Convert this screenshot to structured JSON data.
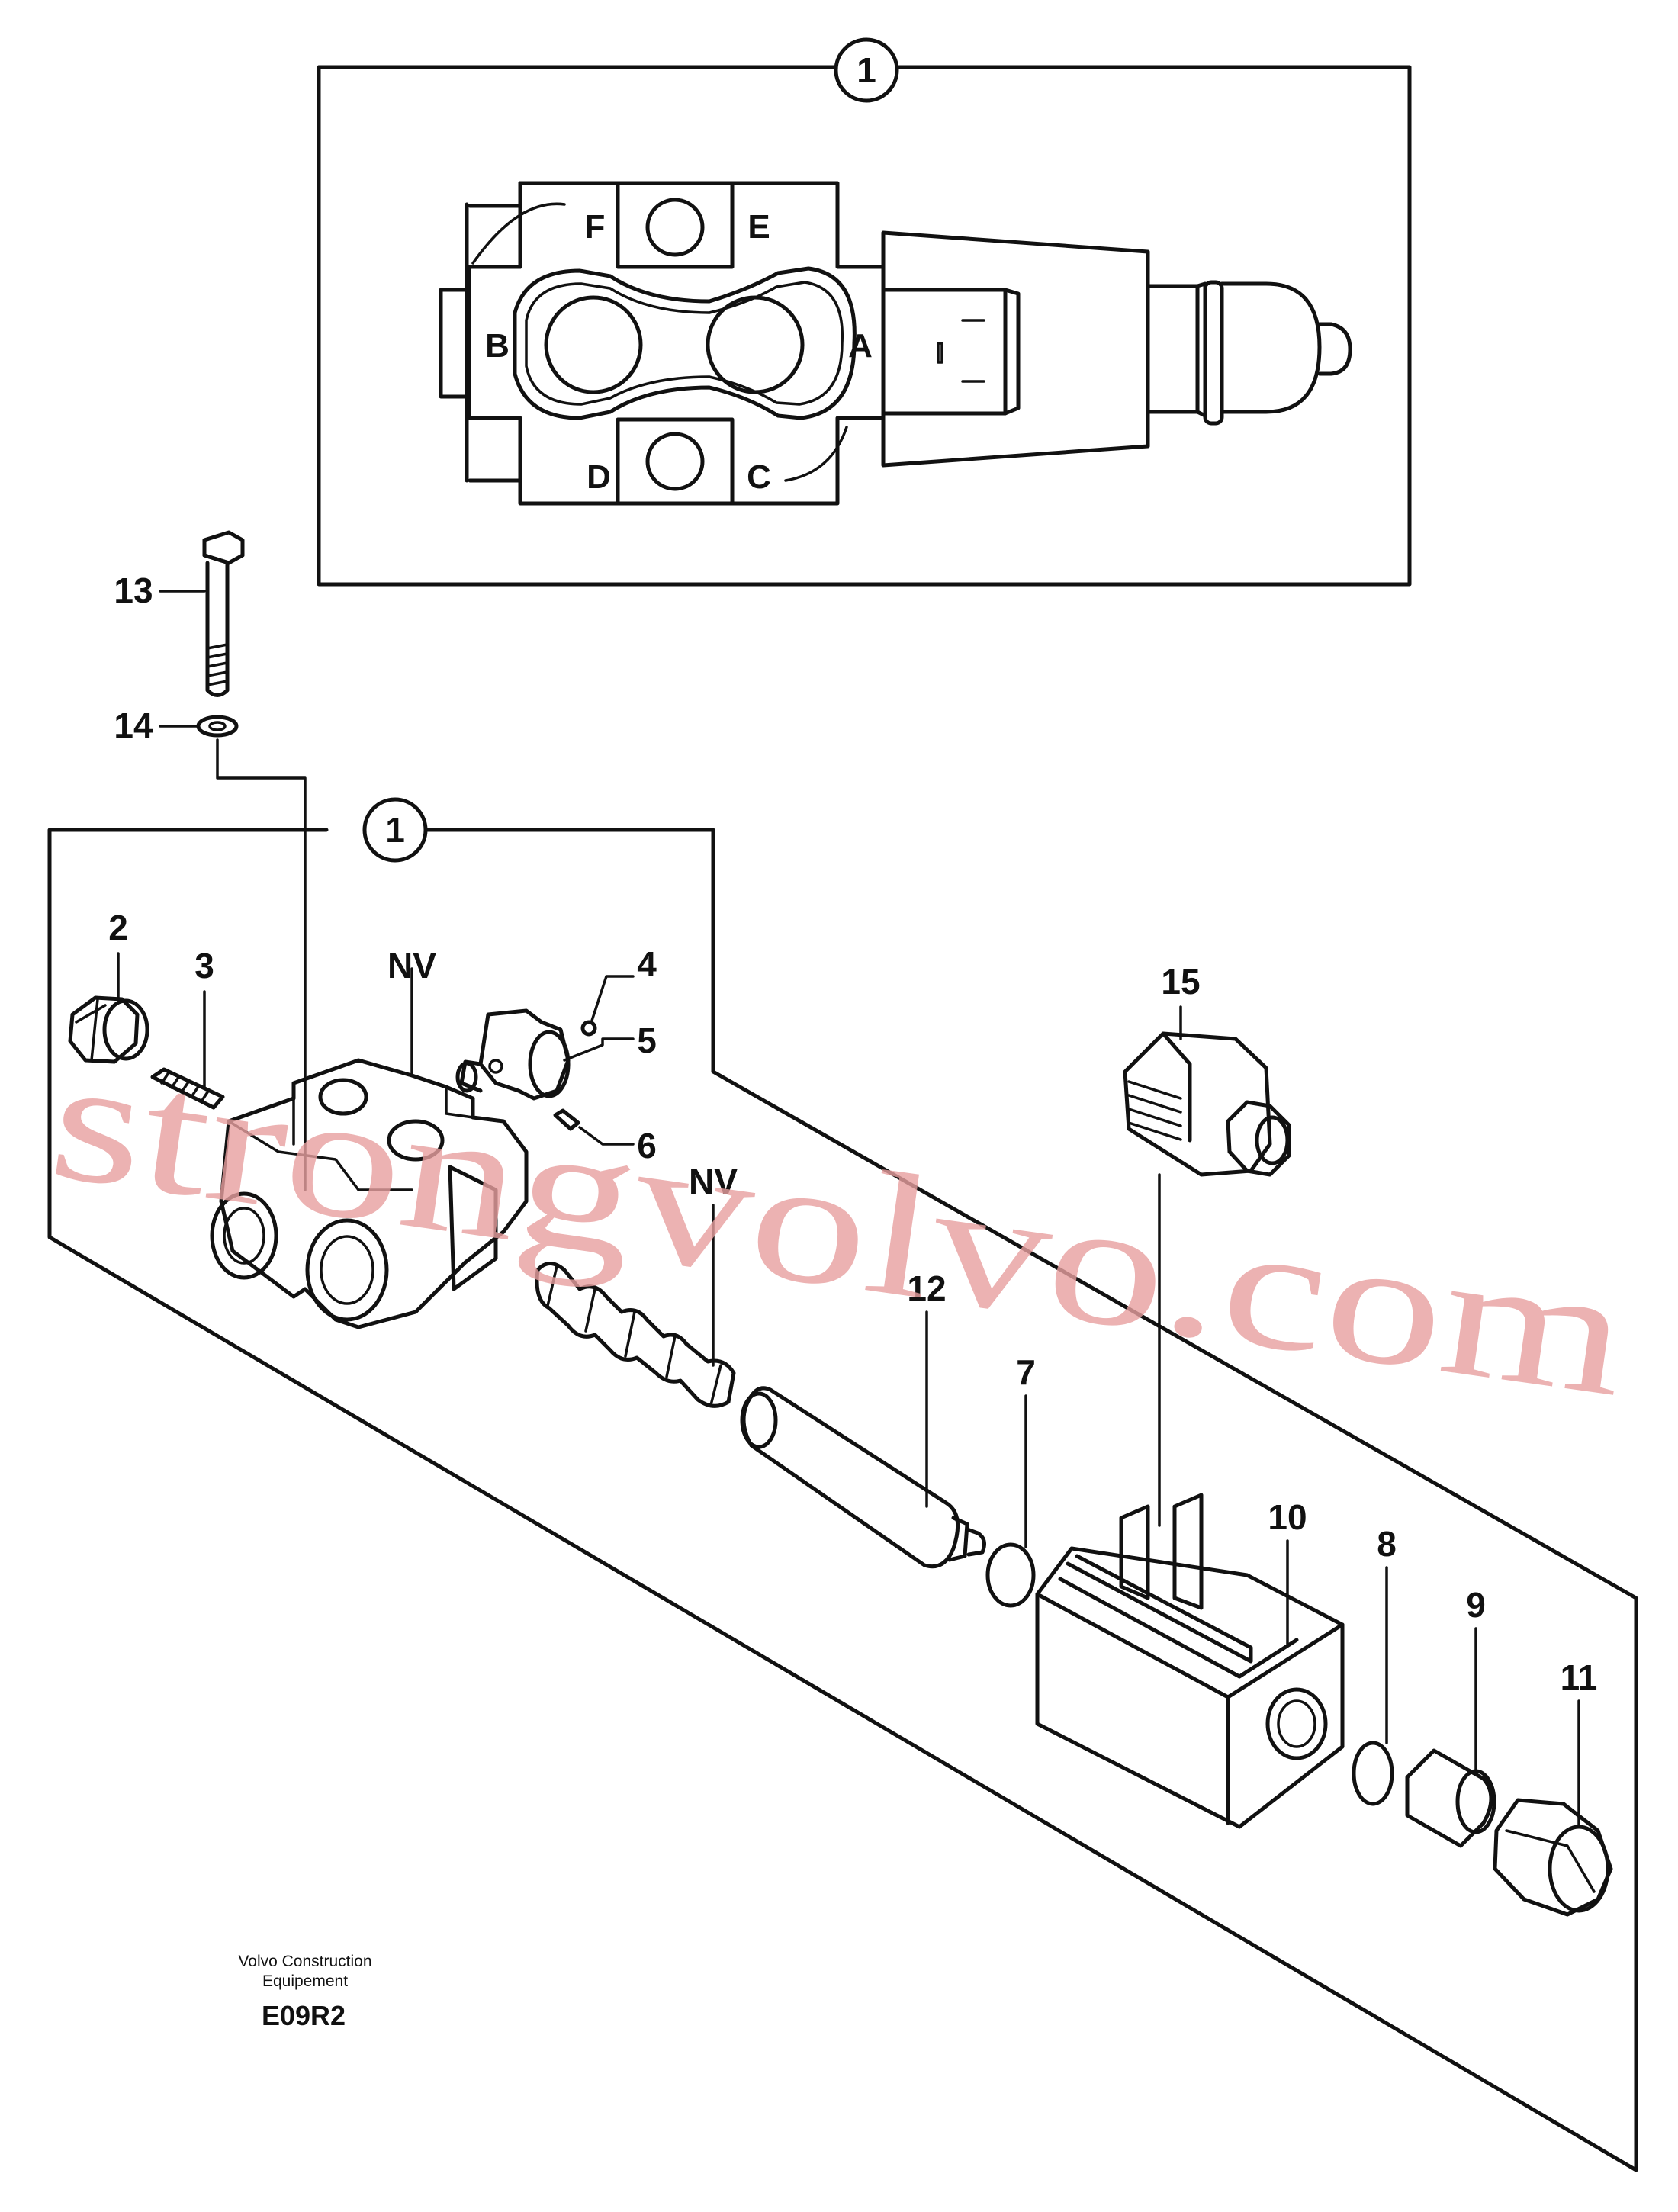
{
  "callouts": {
    "c1_top": "1",
    "c1_bottom": "1",
    "p2": "2",
    "p3": "3",
    "p4": "4",
    "p5": "5",
    "p6": "6",
    "p7": "7",
    "p8": "8",
    "p9": "9",
    "p10": "10",
    "p11": "11",
    "p12": "12",
    "p13": "13",
    "p14": "14",
    "p15": "15",
    "nv1": "NV",
    "nv2": "NV"
  },
  "ports": {
    "a": "A",
    "b": "B",
    "c": "C",
    "d": "D",
    "e": "E",
    "f": "F"
  },
  "footer": {
    "company_line1": "Volvo Construction",
    "company_line2": "Equipement",
    "code": "E09R2"
  },
  "watermark": "strongvolvo.com",
  "colors": {
    "line": "#111111",
    "watermark": "#e8a0a0",
    "background": "#ffffff"
  }
}
